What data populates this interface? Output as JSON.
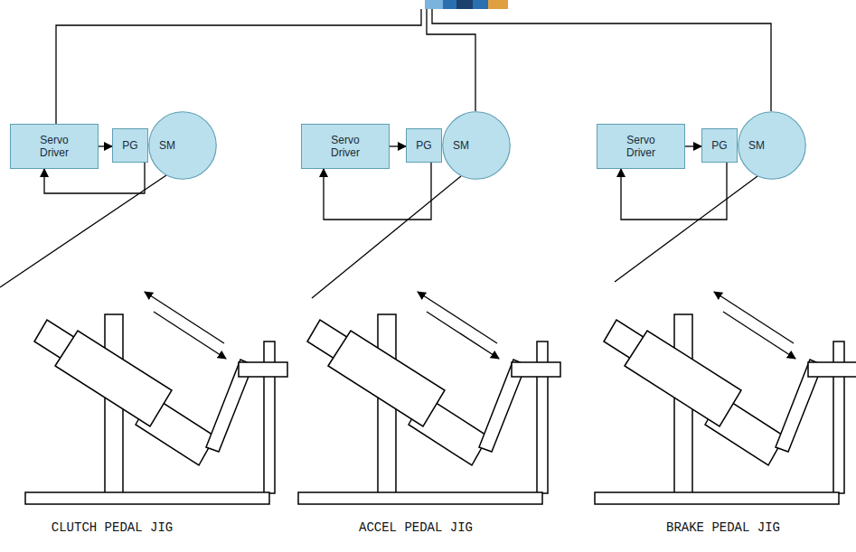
{
  "diagram": {
    "nodes": [
      {
        "text": [
          "Servo Driver"
        ]
      },
      {
        "text": [
          "PG"
        ]
      },
      {
        "text": [
          "SM"
        ]
      },
      {
        "text": [
          "Servo Driver"
        ]
      },
      {
        "text": [
          "PG"
        ]
      },
      {
        "text": [
          "SM"
        ]
      },
      {
        "text": [
          "Servo Driver"
        ]
      },
      {
        "text": [
          "PG"
        ]
      },
      {
        "text": [
          "SM"
        ]
      }
    ],
    "edges": [
      {
        "from": 0,
        "to": 1,
        "arrow": "to"
      },
      {
        "from": 1,
        "to": 0,
        "arrow": "to"
      },
      {
        "from": 3,
        "to": 4,
        "arrow": "to"
      },
      {
        "from": 4,
        "to": 3,
        "arrow": "to"
      },
      {
        "from": 6,
        "to": 7,
        "arrow": "to"
      },
      {
        "from": 7,
        "to": 6,
        "arrow": "to"
      }
    ],
    "labels": [
      "CLUTCH PEDAL JIG",
      "ACCEL PEDAL JIG",
      "BRAKE PEDAL JIG"
    ]
  }
}
